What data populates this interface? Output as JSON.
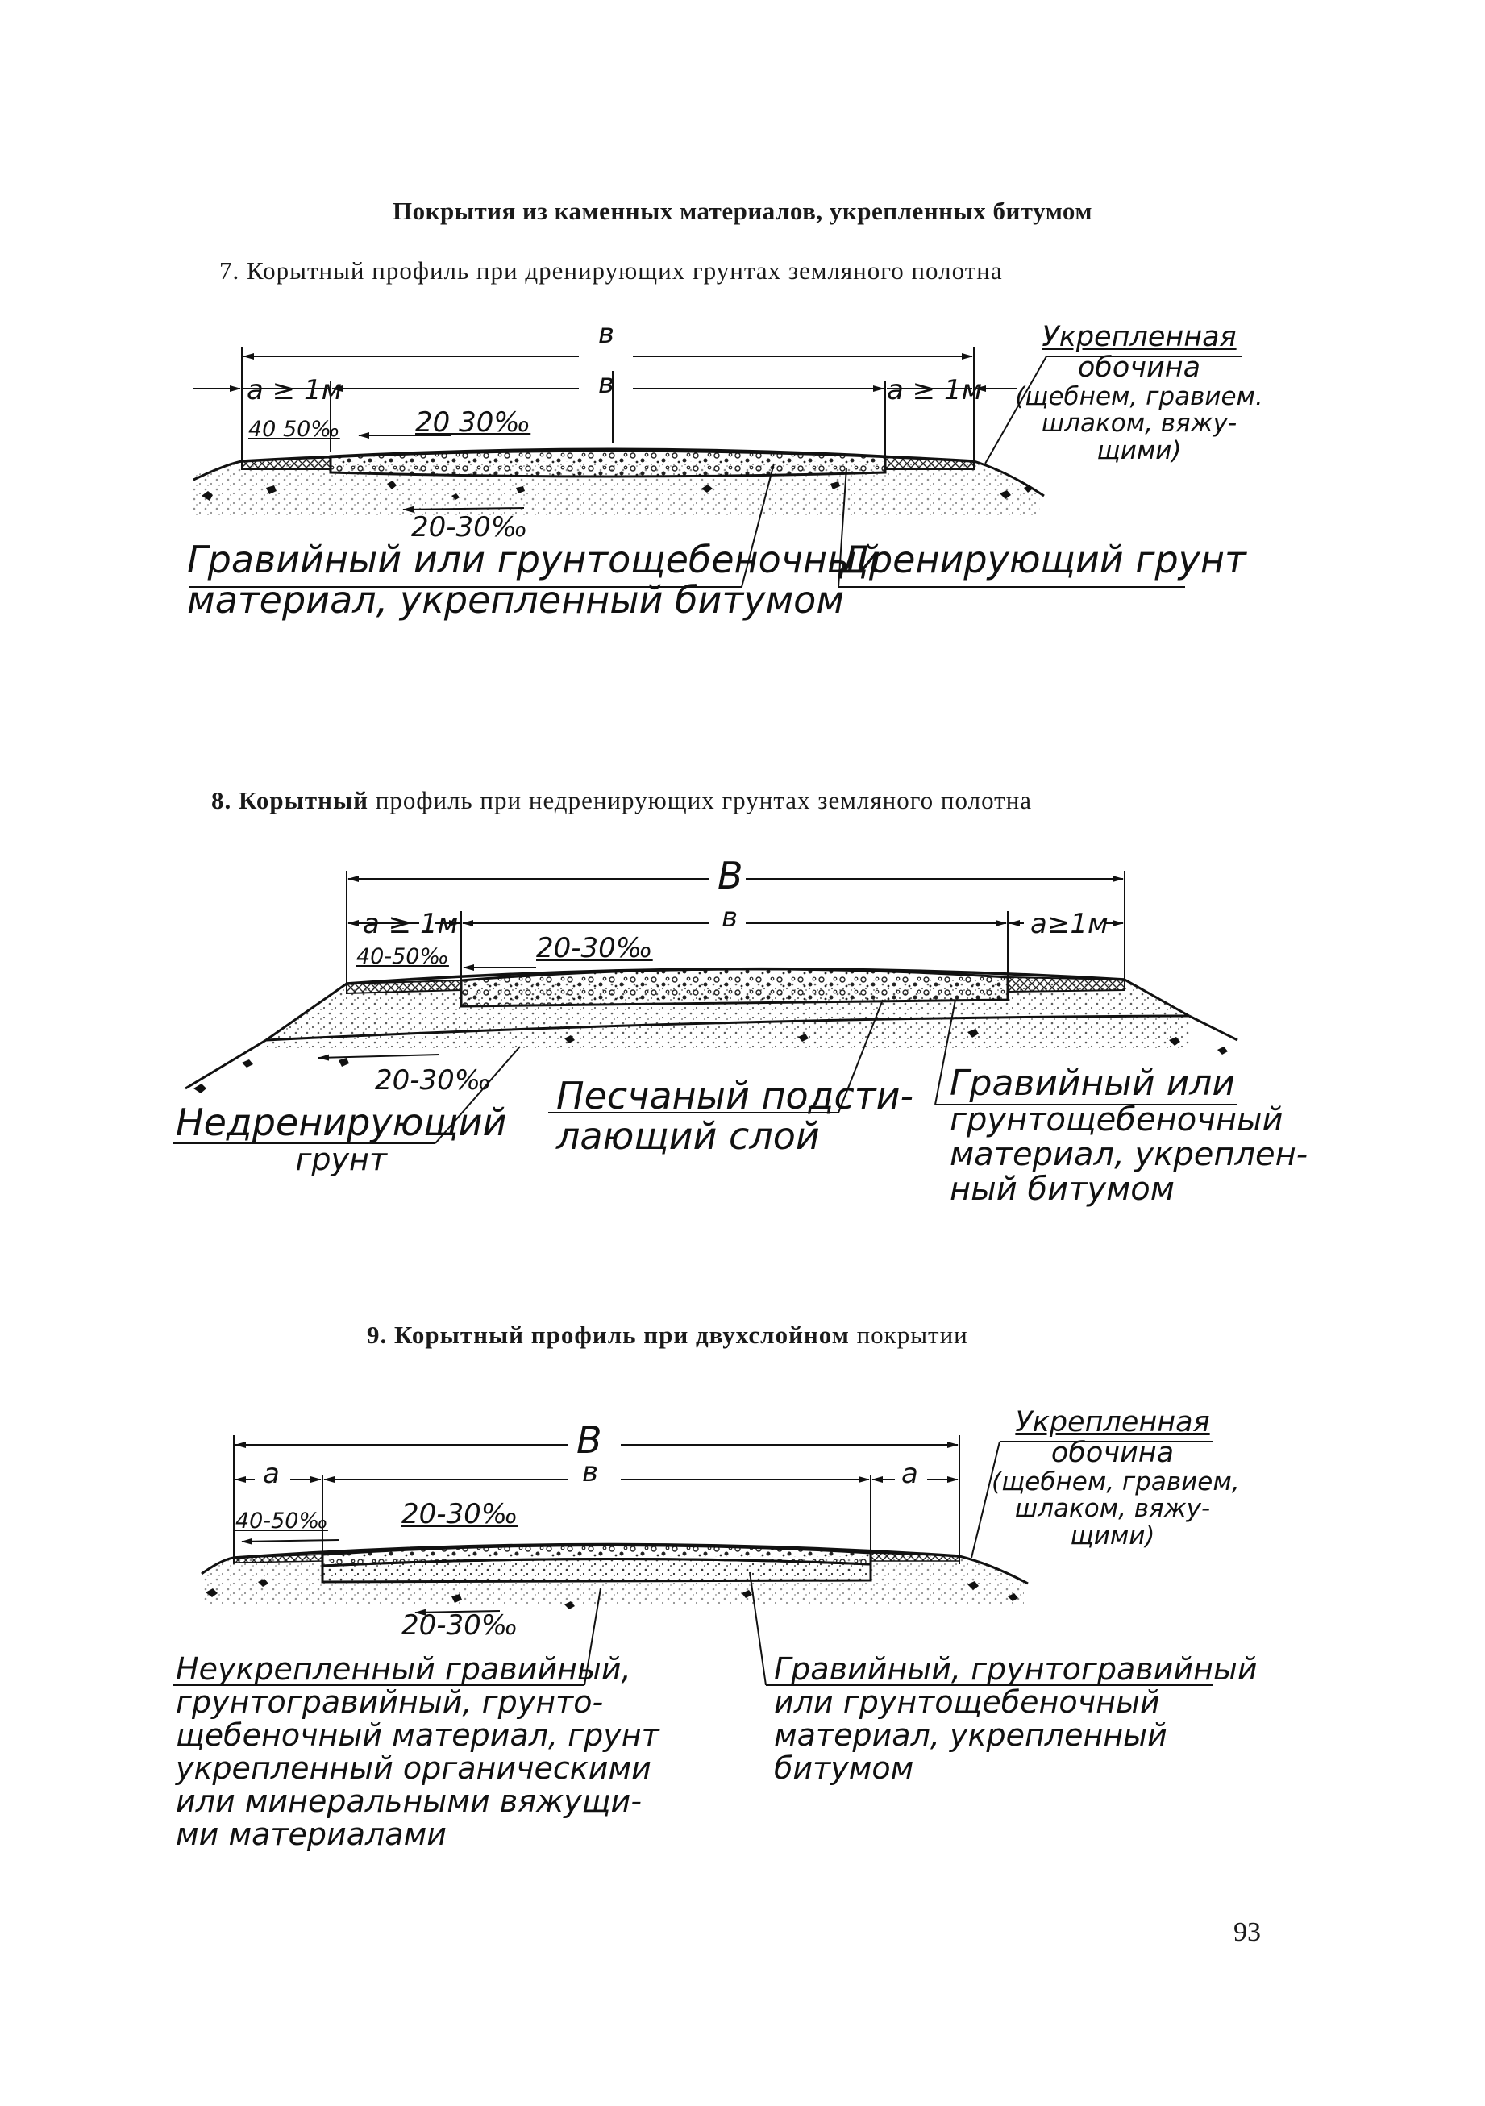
{
  "heading": "Покрытия из каменных материалов, укрепленных битумом",
  "figures": [
    {
      "caption_num": "7.",
      "caption_rest": "Корытный профиль при дренирующих грунтах земляного полотна",
      "dims": {
        "total": "в",
        "roadway": "в",
        "shoulder_left": "а ≥ 1м",
        "shoulder_right": "а ≥ 1м",
        "shoulder_slope": "40 50‰",
        "top_slope": "20 30‰",
        "bottom_slope": "20-30‰"
      },
      "labels": {
        "shoulder": [
          "Укрепленная",
          "обочина",
          "(щебнем, гравием.",
          "шлаком, вяжу-",
          "щими)"
        ],
        "material": [
          "Гравийный или грунтощебеночный",
          "материал, укрепленный битумом"
        ],
        "soil": "Дренирующий грунт"
      }
    },
    {
      "caption_num": "8.",
      "caption_bold": "Корытный",
      "caption_rest": "профиль при недренирующих грунтах земляного полотна",
      "dims": {
        "total": "В",
        "roadway": "в",
        "shoulder_left": "а ≥ 1м",
        "shoulder_right": "а≥1м",
        "shoulder_slope": "40-50‰",
        "top_slope": "20-30‰",
        "bottom_slope": "20-30‰"
      },
      "labels": {
        "soil": [
          "Недренирующий",
          "грунт"
        ],
        "sand": [
          "Песчаный подсти-",
          "лающий слой"
        ],
        "material": [
          "Гравийный или",
          "грунтощебеночный",
          "материал, укреплен-",
          "ный битумом"
        ]
      }
    },
    {
      "caption_num": "9.",
      "caption_bold": "Корытный профиль при двухслойном",
      "caption_rest": "покрытии",
      "dims": {
        "total": "В",
        "roadway": "в",
        "shoulder_left": "а",
        "shoulder_right": "а",
        "shoulder_slope": "40-50‰",
        "top_slope": "20-30‰",
        "bottom_slope": "20-30‰"
      },
      "labels": {
        "shoulder": [
          "Укрепленная",
          "обочина",
          "(щебнем, гравием,",
          "шлаком, вяжу-",
          "щими)"
        ],
        "base": [
          "Неукрепленный гравийный,",
          "грунтогравийный, грунто-",
          "щебеночный материал, грунт",
          "укрепленный органическими",
          "или минеральными вяжущи-",
          "ми материалами"
        ],
        "material": [
          "Гравийный, грунтогравийный",
          "или грунтощебеночный",
          "материал, укрепленный",
          "битумом"
        ]
      }
    }
  ],
  "page_number": "93"
}
